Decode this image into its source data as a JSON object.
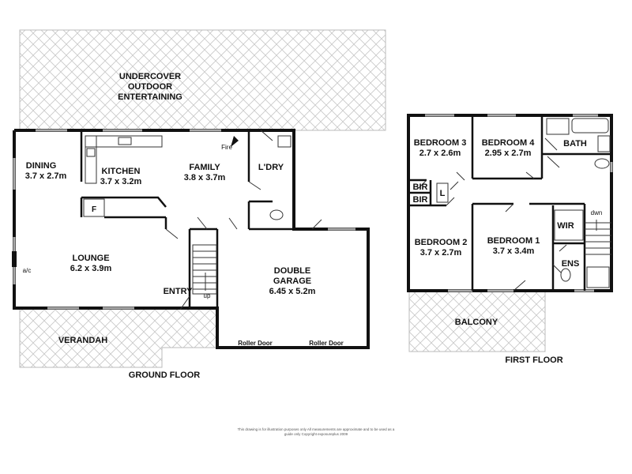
{
  "ground_floor": {
    "title": "GROUND FLOOR",
    "outdoor": {
      "line1": "UNDERCOVER",
      "line2": "OUTDOOR",
      "line3": "ENTERTAINING"
    },
    "dining": {
      "name": "DINING",
      "size": "3.7 x 2.7m"
    },
    "kitchen": {
      "name": "KITCHEN",
      "size": "3.7 x 3.2m"
    },
    "family": {
      "name": "FAMILY",
      "size": "3.8 x 3.7m"
    },
    "fire": "Fire",
    "laundry": "L'DRY",
    "fridge": "F",
    "lounge": {
      "name": "LOUNGE",
      "size": "6.2 x 3.9m"
    },
    "ac": "a/c",
    "entry": "ENTRY",
    "up": "up",
    "garage": {
      "line1": "DOUBLE",
      "line2": "GARAGE",
      "size": "6.45 x 5.2m"
    },
    "roller_door_1": "Roller Door",
    "roller_door_2": "Roller Door",
    "verandah": "VERANDAH"
  },
  "first_floor": {
    "title": "FIRST FLOOR",
    "bedroom3": {
      "name": "BEDROOM 3",
      "size": "2.7 x 2.6m"
    },
    "bedroom4": {
      "name": "BEDROOM 4",
      "size": "2.95 x 2.7m"
    },
    "bath": "BATH",
    "bir1": "BIR",
    "bir2": "BIR",
    "linen": "L",
    "bedroom2": {
      "name": "BEDROOM 2",
      "size": "3.7 x 2.7m"
    },
    "bedroom1": {
      "name": "BEDROOM 1",
      "size": "3.7 x 3.4m"
    },
    "wir": "WIR",
    "ens": "ENS",
    "dwn": "dwn",
    "balcony": "BALCONY"
  },
  "disclaimer": {
    "line1": "This drawing is for illustration purposes only All measurements are approximate and to be used as a",
    "line2": "guide only Copyright exposureplus 2009"
  }
}
